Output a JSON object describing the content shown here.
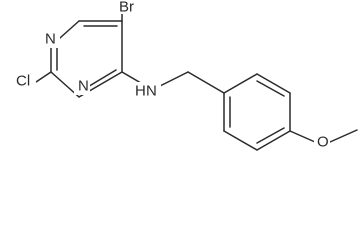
{
  "molecule": {
    "atoms": {
      "bromine": "Br",
      "chlorine": "Cl",
      "ring_nitrogen_top": "N",
      "ring_nitrogen_bottom": "N",
      "amine_nitrogen": "N",
      "amine_hydrogen": "H",
      "ether_oxygen": "O"
    }
  }
}
